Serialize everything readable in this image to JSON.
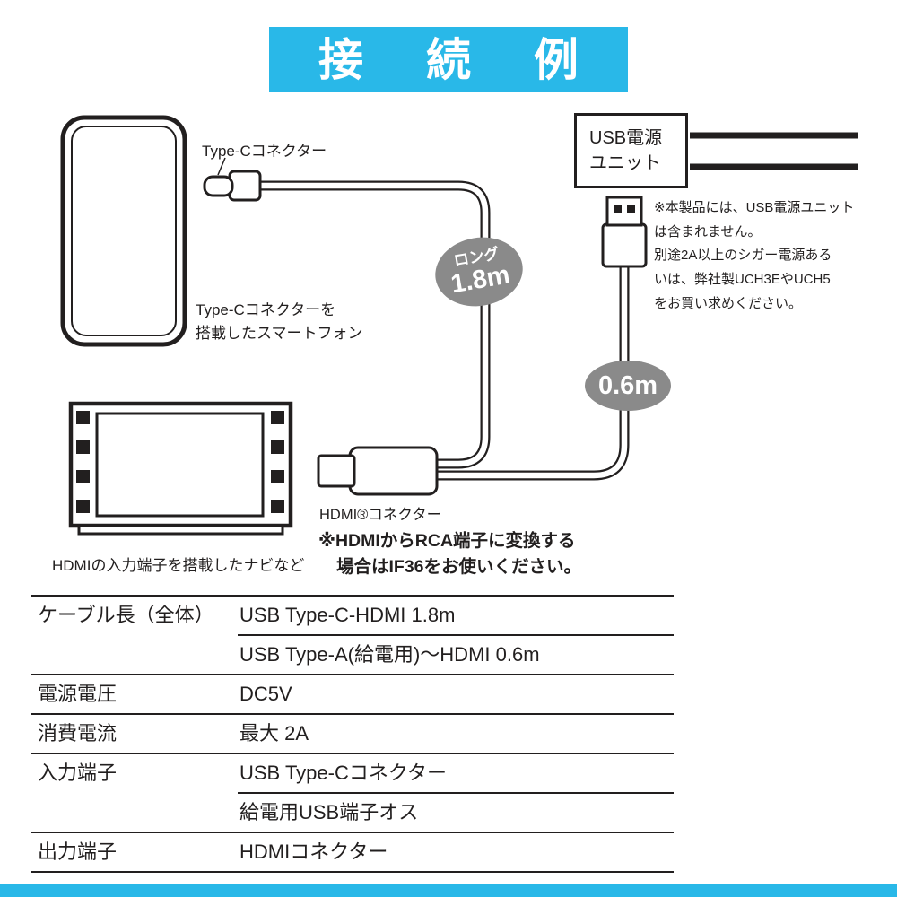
{
  "colors": {
    "accent": "#29b8e8",
    "badge": "#8a8a8a",
    "ink": "#221f1f"
  },
  "header": {
    "title": "接　続　例"
  },
  "diagram": {
    "labels": {
      "typec_connector": "Type-Cコネクター",
      "smartphone": "Type-Cコネクターを\n搭載したスマートフォン",
      "usb_power_unit": "USB電源\nユニット",
      "power_unit_note": "※本製品には、USB電源ユニット\nは含まれません。\n別途2A以上のシガー電源ある\nいは、弊社製UCH3EやUCH5\nをお買い求めください。",
      "nav_device": "HDMIの入力端子を搭載したナビなど",
      "hdmi_connector": "HDMI®コネクター",
      "hdmi_rca_note_line1": "※HDMIからRCA端子に変換する",
      "hdmi_rca_note_line2": "場合はIF36をお使いください。"
    },
    "badges": {
      "long_cable": {
        "label": "ロング",
        "value": "1.8m"
      },
      "short_cable": {
        "value": "0.6m"
      }
    }
  },
  "spec_table": {
    "rows": [
      {
        "label": "ケーブル長（全体）",
        "values": [
          "USB Type-C-HDMI 1.8m",
          "USB Type-A(給電用)〜HDMI 0.6m"
        ]
      },
      {
        "label": "電源電圧",
        "values": [
          "DC5V"
        ]
      },
      {
        "label": "消費電流",
        "values": [
          "最大 2A"
        ]
      },
      {
        "label": "入力端子",
        "values": [
          "USB Type-Cコネクター",
          "給電用USB端子オス"
        ]
      },
      {
        "label": "出力端子",
        "values": [
          "HDMIコネクター"
        ]
      }
    ]
  }
}
